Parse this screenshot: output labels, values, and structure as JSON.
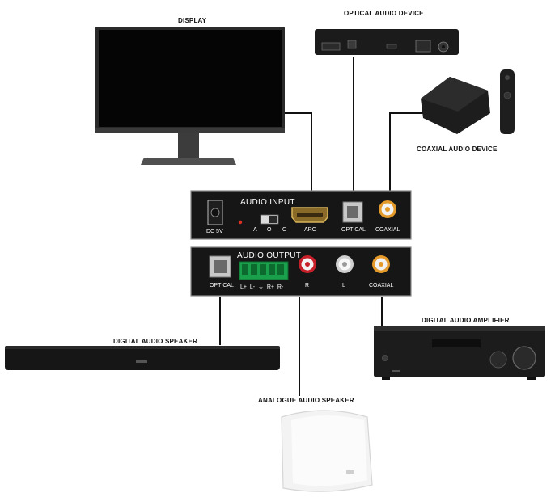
{
  "devices": {
    "display": "DISPLAY",
    "optical_audio_device": "OPTICAL AUDIO DEVICE",
    "coaxial_audio_device": "COAXIAL AUDIO DEVICE",
    "digital_audio_speaker": "DIGITAL AUDIO SPEAKER",
    "digital_audio_amplifier": "DIGITAL AUDIO AMPLIFIER",
    "analogue_audio_speaker": "ANALOGUE AUDIO SPEAKER"
  },
  "input_panel": {
    "title": "AUDIO INPUT",
    "dc": "DC 5V",
    "switch_a": "A",
    "switch_o": "O",
    "switch_c": "C",
    "arc": "ARC",
    "optical": "OPTICAL",
    "coaxial": "COAXIAL"
  },
  "output_panel": {
    "title": "AUDIO OUTPUT",
    "optical": "OPTICAL",
    "terminal_labels": "L+  L-  ⏚  R+  R-",
    "r": "R",
    "l": "L",
    "coaxial": "COAXIAL"
  },
  "colors": {
    "panel": "#161616",
    "panel_border": "#8a8a8a",
    "rca_red": "#c8202a",
    "rca_white": "#e8e8e8",
    "rca_orange": "#e39a2b",
    "terminal_green": "#1aa04a",
    "cable": "#111111"
  }
}
